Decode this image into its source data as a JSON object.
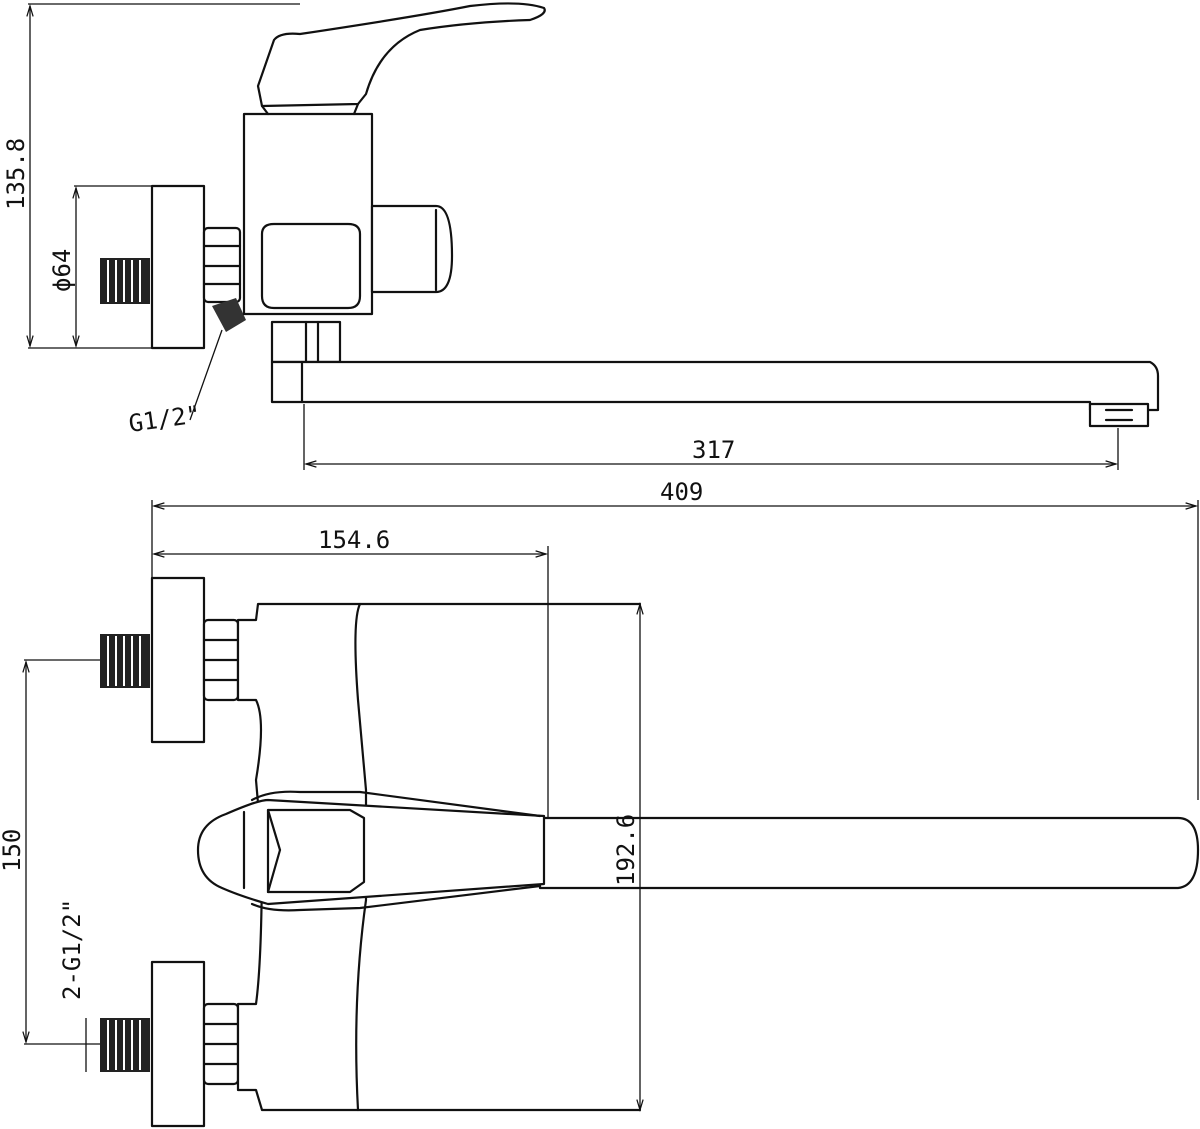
{
  "dimensions": {
    "height_top": "135.8",
    "flange_diameter": "ϕ64",
    "thread_top": "G1/2\"",
    "spout_reach": "317",
    "total_length": "409",
    "handle_offset": "154.6",
    "inlet_spacing": "150",
    "body_width": "192.6",
    "thread_bottom": "2-G1/2\""
  }
}
